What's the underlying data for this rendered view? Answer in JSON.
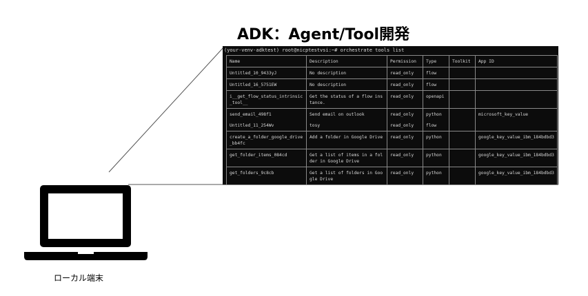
{
  "title": "ADK：Agent/Tool開発",
  "terminal": {
    "command_line": "(your-venv-adktest) root@nicptestvsi:~# orchestrate tools list",
    "columns": [
      "Name",
      "Description",
      "Permission",
      "Type",
      "Toolkit",
      "App ID"
    ],
    "rows": [
      [
        "Untitled_10_9433yJ",
        "No description",
        "read_only",
        "flow",
        "",
        ""
      ],
      [
        "Untitled_16_5751EW",
        "No description",
        "read_only",
        "flow",
        "",
        ""
      ],
      [
        "i__get_flow_status_intrinsic_tool__",
        "Get the status of a flow instance.",
        "read_only",
        "openapi",
        "",
        ""
      ],
      [
        "send_email_498f1",
        "Send email on outlook",
        "read_only",
        "python",
        "",
        "microsoft_key_value"
      ],
      [
        "Untitled_11_254Wv",
        "tosy",
        "read_only",
        "flow",
        "",
        ""
      ],
      [
        "create_a_folder_google_drive_bb4fc",
        "Add a folder in Google Drive",
        "read_only",
        "python",
        "",
        "google_key_value_ibm_184bdbd3"
      ],
      [
        "get_folder_items_084cd",
        "Get a list of items in a folder in Google Drive",
        "read_only",
        "python",
        "",
        "google_key_value_ibm_184bdbd3"
      ],
      [
        "get_folders_9c8cb",
        "Get a list of folders in Google Drive",
        "read_only",
        "python",
        "",
        "google_key_value_ibm_184bdbd3"
      ]
    ]
  },
  "device": {
    "label": "ローカル端末",
    "icon": "laptop-icon"
  }
}
